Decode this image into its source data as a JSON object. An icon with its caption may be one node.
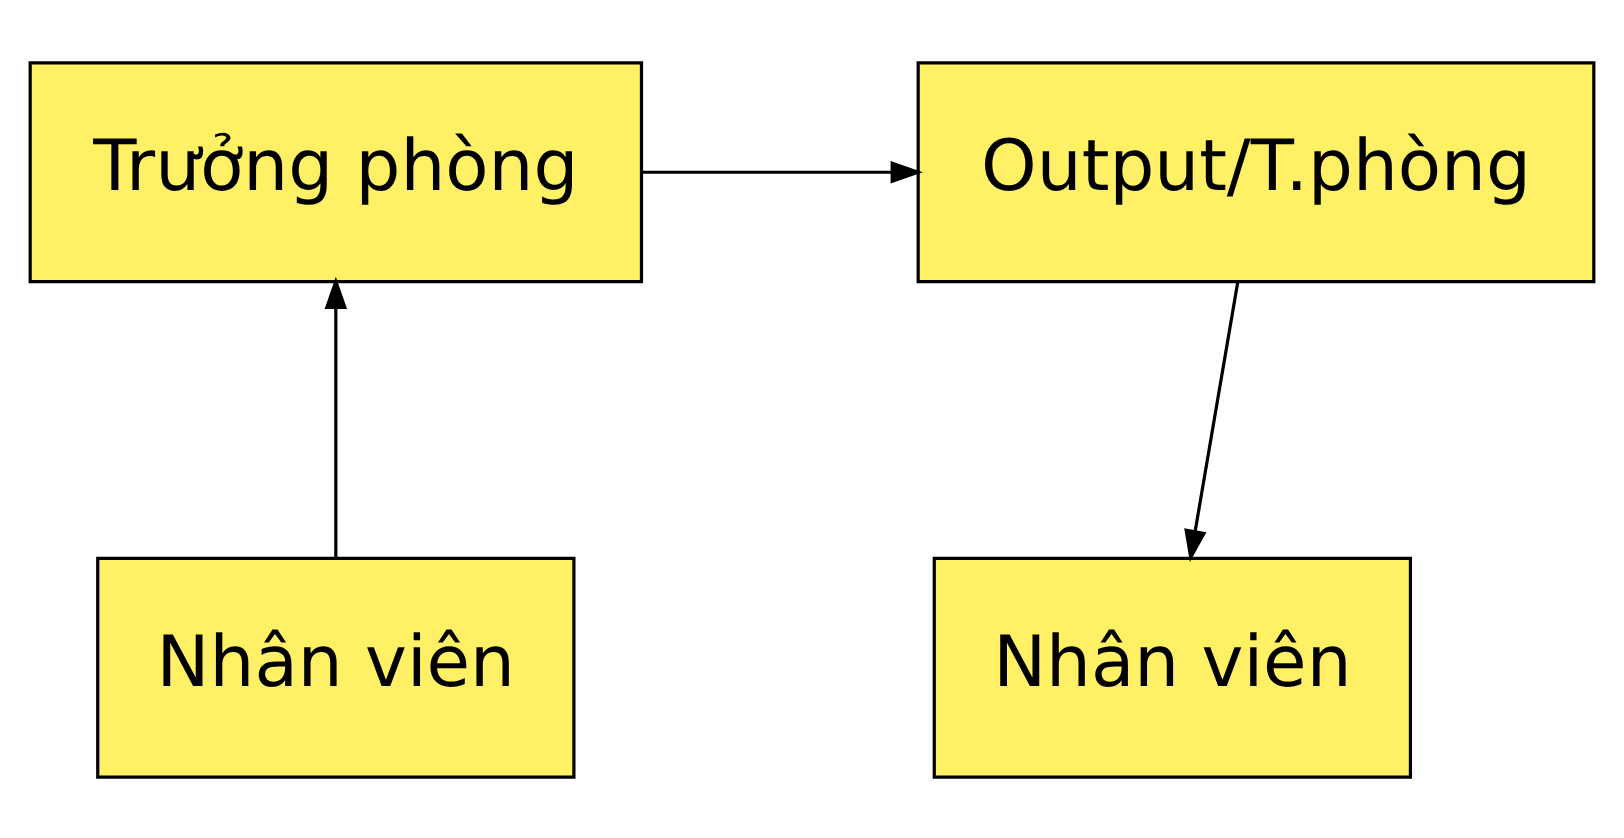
{
  "diagram": {
    "nodes": [
      {
        "text": [
          "Trưởng phòng"
        ]
      },
      {
        "text": [
          "Output/T.phòng"
        ]
      },
      {
        "text": [
          "Nhân viên"
        ]
      },
      {
        "text": [
          "Nhân viên"
        ]
      }
    ],
    "edges": [
      {
        "from": 2,
        "to": 0,
        "arrow": "to"
      },
      {
        "from": 0,
        "to": 1,
        "arrow": "to"
      },
      {
        "from": 1,
        "to": 3,
        "arrow": "to"
      }
    ]
  }
}
